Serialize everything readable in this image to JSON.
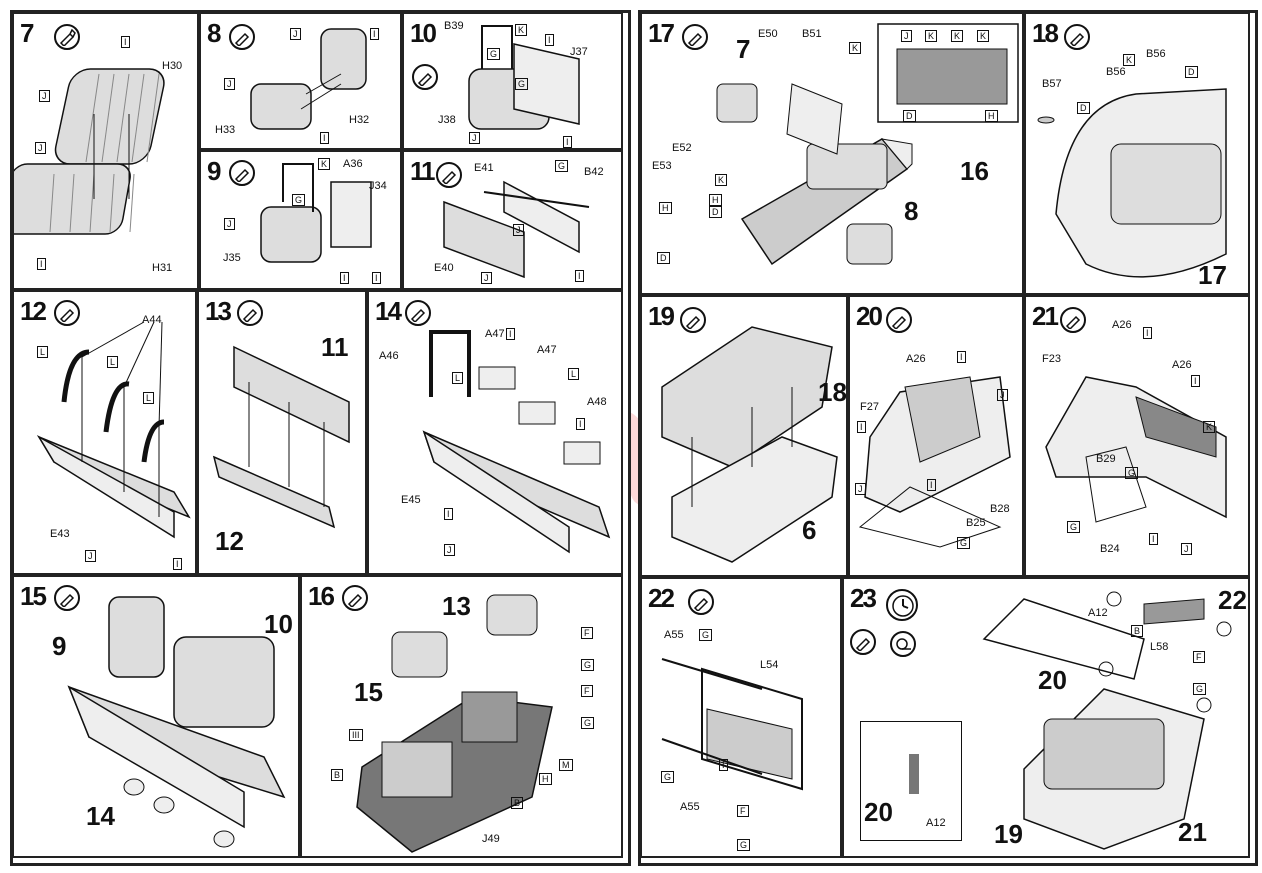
{
  "watermark": "modelartikl.cz",
  "steps": [
    {
      "num": "7",
      "callouts": [
        "I",
        "H30",
        "J",
        "J",
        "I",
        "H31"
      ]
    },
    {
      "num": "8",
      "callouts": [
        "J",
        "I",
        "J",
        "H33",
        "I",
        "H32"
      ]
    },
    {
      "num": "9",
      "callouts": [
        "K",
        "A36",
        "G",
        "J34",
        "J",
        "J35",
        "I",
        "I"
      ]
    },
    {
      "num": "10",
      "callouts": [
        "B39",
        "K",
        "I",
        "G",
        "J37",
        "G",
        "J38",
        "J",
        "I"
      ]
    },
    {
      "num": "11",
      "callouts": [
        "E41",
        "G",
        "B42",
        "J",
        "E40",
        "J",
        "I"
      ]
    },
    {
      "num": "12",
      "callouts": [
        "A44",
        "L",
        "L",
        "L",
        "E43",
        "J",
        "I"
      ]
    },
    {
      "num": "13",
      "callouts": [
        "11",
        "12"
      ]
    },
    {
      "num": "14",
      "callouts": [
        "A46",
        "A47",
        "A47",
        "I",
        "L",
        "L",
        "A48",
        "I",
        "E45",
        "I",
        "J"
      ]
    },
    {
      "num": "15",
      "callouts": [
        "9",
        "10",
        "14"
      ]
    },
    {
      "num": "16",
      "callouts": [
        "13",
        "F",
        "G",
        "15",
        "F",
        "G",
        "III",
        "M",
        "B",
        "H",
        "B",
        "J49"
      ]
    },
    {
      "num": "17",
      "callouts": [
        "7",
        "E50",
        "B51",
        "K",
        "J",
        "K",
        "K",
        "K",
        "D",
        "H",
        "16",
        "E52",
        "E53",
        "K",
        "H",
        "D",
        "H",
        "D",
        "8"
      ]
    },
    {
      "num": "18",
      "callouts": [
        "B56",
        "B56",
        "B57",
        "K",
        "D",
        "D",
        "17"
      ]
    },
    {
      "num": "19",
      "callouts": [
        "18",
        "6"
      ]
    },
    {
      "num": "20",
      "callouts": [
        "A26",
        "I",
        "J",
        "F27",
        "I",
        "I",
        "J",
        "B28",
        "B25",
        "G"
      ]
    },
    {
      "num": "21",
      "callouts": [
        "A26",
        "F23",
        "I",
        "A26",
        "I",
        "B29",
        "G",
        "G",
        "B24",
        "I",
        "J",
        "K"
      ]
    },
    {
      "num": "22",
      "callouts": [
        "A55",
        "G",
        "L54",
        "G",
        "I",
        "A55",
        "F",
        "G"
      ]
    },
    {
      "num": "23",
      "callouts": [
        "22",
        "A12",
        "B",
        "L58",
        "F",
        "G",
        "20",
        "20",
        "A12",
        "19",
        "21"
      ]
    }
  ]
}
